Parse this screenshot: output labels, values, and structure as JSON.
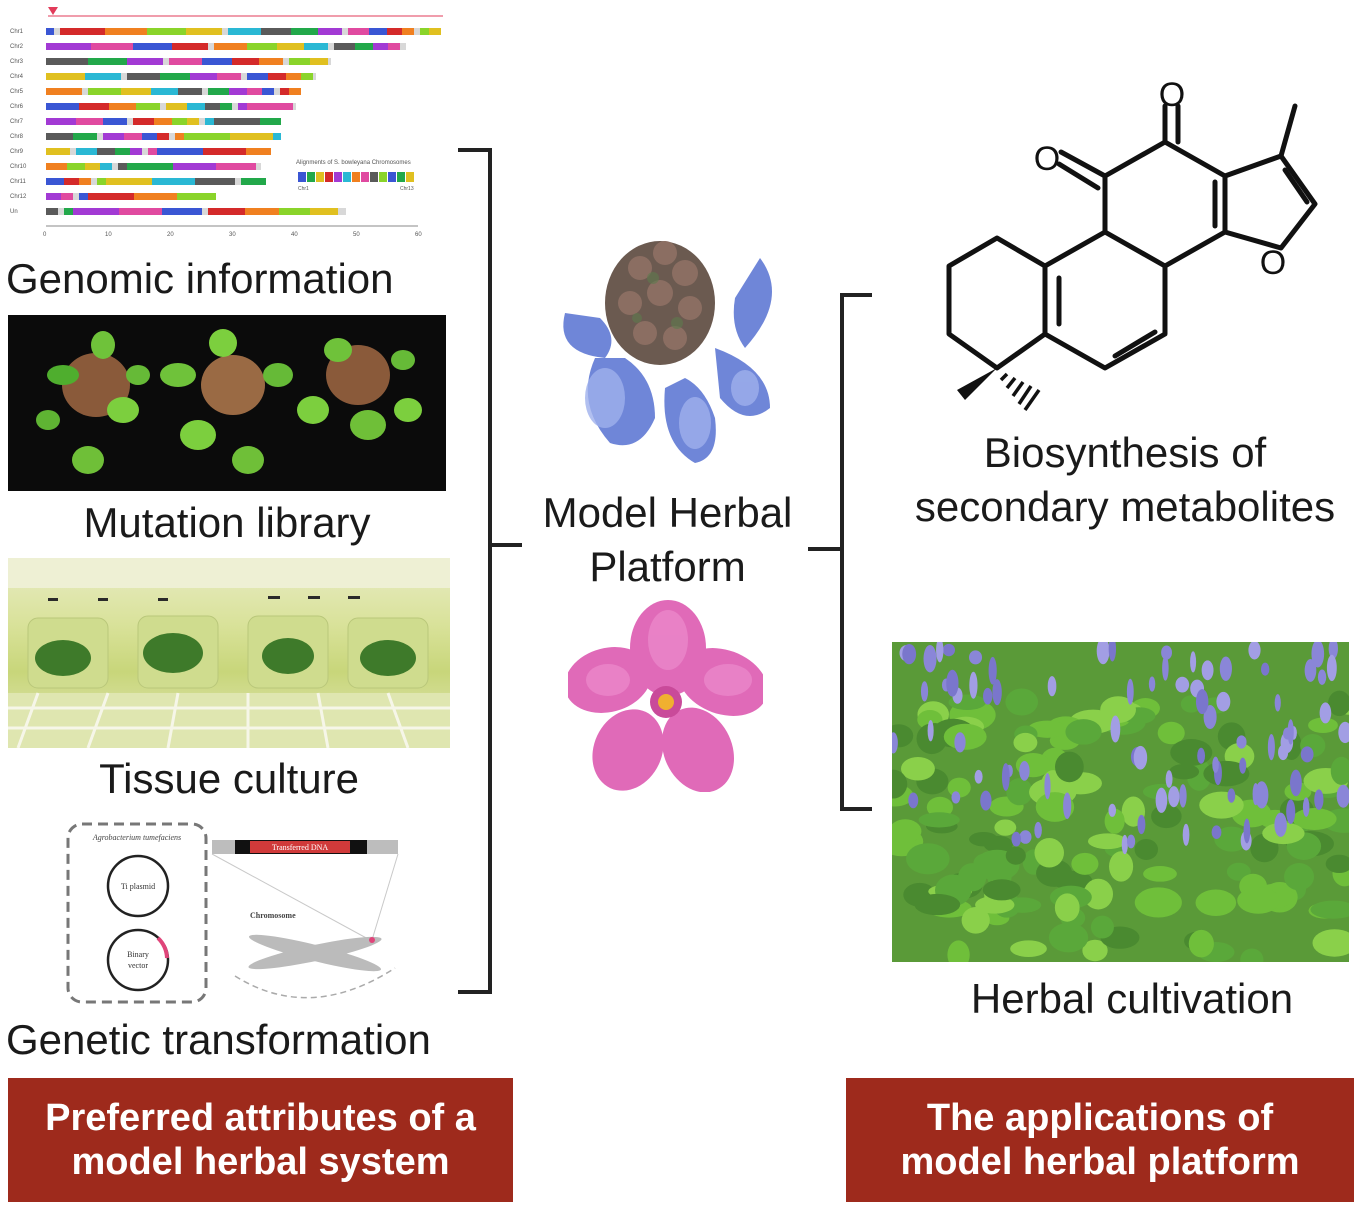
{
  "genome": {
    "chromosomes": [
      "Chr1",
      "Chr2",
      "Chr3",
      "Chr4",
      "Chr5",
      "Chr6",
      "Chr7",
      "Chr8",
      "Chr9",
      "Chr10",
      "Chr11",
      "Chr12",
      "Un"
    ],
    "axis_ticks": [
      "0",
      "10",
      "20",
      "30",
      "40",
      "50",
      "60"
    ],
    "legend_title": "Alignments of S. bowleyana Chromosomes",
    "legend_start": "Chr1",
    "legend_end": "Chr13"
  },
  "left": {
    "items": [
      {
        "label": "Genomic information"
      },
      {
        "label": "Mutation library"
      },
      {
        "label": "Tissue culture"
      },
      {
        "label": "Genetic transformation"
      }
    ],
    "banner_line1": "Preferred attributes of a",
    "banner_line2": "model herbal system"
  },
  "transformation": {
    "box_title": "Agrobacterium tumefaciens",
    "ti_plasmid": "Ti plasmid",
    "binary_vector_line1": "Binary",
    "binary_vector_line2": "vector",
    "transferred_dna": "Transferred DNA",
    "chromosome": "Chromosome"
  },
  "center": {
    "title_line1": "Model Herbal",
    "title_line2": "Platform"
  },
  "right": {
    "molecule_atoms": [
      "O",
      "O",
      "O"
    ],
    "biosynthesis_line1": "Biosynthesis of",
    "biosynthesis_line2": "secondary metabolites",
    "cultivation_label": "Herbal cultivation",
    "banner_line1": "The applications of",
    "banner_line2": "model herbal platform"
  },
  "colors": {
    "banner": "#9e2a1c",
    "bracket": "#222222",
    "ti_plasmid_marker": "#e0457a"
  }
}
